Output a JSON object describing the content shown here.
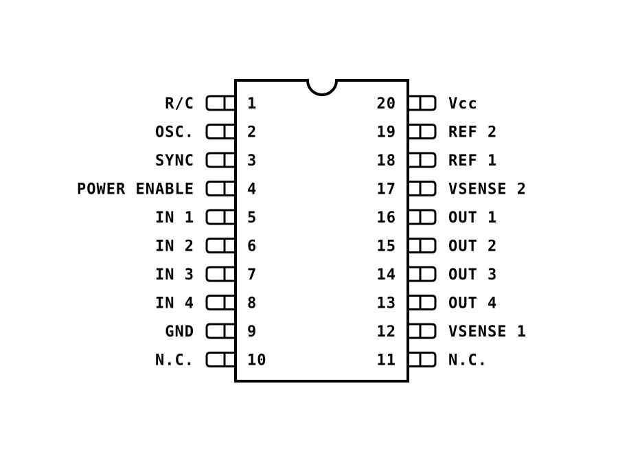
{
  "chip": {
    "left_pins": [
      {
        "number": "1",
        "label": "R/C"
      },
      {
        "number": "2",
        "label": "OSC."
      },
      {
        "number": "3",
        "label": "SYNC"
      },
      {
        "number": "4",
        "label": "POWER ENABLE"
      },
      {
        "number": "5",
        "label": "IN 1"
      },
      {
        "number": "6",
        "label": "IN 2"
      },
      {
        "number": "7",
        "label": "IN 3"
      },
      {
        "number": "8",
        "label": "IN 4"
      },
      {
        "number": "9",
        "label": "GND"
      },
      {
        "number": "10",
        "label": "N.C."
      }
    ],
    "right_pins": [
      {
        "number": "20",
        "label": "Vcc"
      },
      {
        "number": "19",
        "label": "REF 2"
      },
      {
        "number": "18",
        "label": "REF 1"
      },
      {
        "number": "17",
        "label": "VSENSE 2"
      },
      {
        "number": "16",
        "label": "OUT 1"
      },
      {
        "number": "15",
        "label": "OUT 2"
      },
      {
        "number": "14",
        "label": "OUT 3"
      },
      {
        "number": "13",
        "label": "OUT 4"
      },
      {
        "number": "12",
        "label": "VSENSE 1"
      },
      {
        "number": "11",
        "label": "N.C."
      }
    ]
  }
}
